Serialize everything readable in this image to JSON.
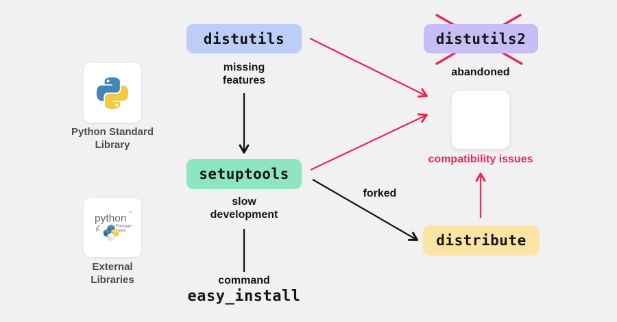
{
  "colors": {
    "bg": "#f1f1f3",
    "ink": "#161616",
    "red": "#e92a50",
    "gray-text": "#4d4d4d",
    "node-distutils": "#bccdf8",
    "node-distutils2": "#c9bdf6",
    "node-setuptools": "#8ee5c1",
    "node-distribute": "#fce4a4",
    "card": "#ffffff"
  },
  "nodes": {
    "distutils": {
      "label": "distutils",
      "note": "missing\nfeatures"
    },
    "distutils2": {
      "label": "distutils2",
      "status": "abandoned"
    },
    "setuptools": {
      "label": "setuptools",
      "note": "slow\ndevelopment"
    },
    "distribute": {
      "label": "distribute"
    },
    "issue_box": {
      "caption": "compatibility issues"
    }
  },
  "annotations": {
    "command": "command",
    "easy_install": "easy_install",
    "forked": "forked"
  },
  "sidebar": {
    "python_card": {
      "icon": "python-logo",
      "caption": "Python Standard\nLibrary"
    },
    "pypi_card": {
      "icon": "pypi-logo",
      "caption": "External\nLibraries",
      "logo_text": {
        "word": "python",
        "tm": "™",
        "line1": "Package",
        "line2": "Index"
      }
    }
  }
}
